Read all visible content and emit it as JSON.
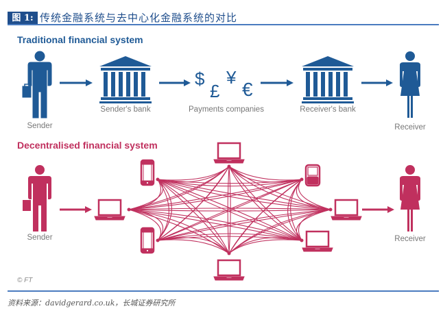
{
  "header": {
    "figure_label": "图 1:",
    "title": "传统金融系统与去中心化金融系统的对比"
  },
  "traditional": {
    "title": "Traditional financial system",
    "color": "#1f5a96",
    "nodes": [
      {
        "id": "sender",
        "icon": "businessman-icon",
        "label": "Sender"
      },
      {
        "id": "senders-bank",
        "icon": "bank-icon",
        "label": "Sender's bank"
      },
      {
        "id": "payments",
        "icon": "currency-symbols-icon",
        "label": "Payments companies",
        "symbols": [
          "$",
          "£",
          "¥",
          "€"
        ]
      },
      {
        "id": "receivers-bank",
        "icon": "bank-icon",
        "label": "Receiver's bank"
      },
      {
        "id": "receiver",
        "icon": "businesswoman-icon",
        "label": "Receiver"
      }
    ]
  },
  "decentralised": {
    "title": "Decentralised financial system",
    "color": "#c0305e",
    "sender_label": "Sender",
    "receiver_label": "Receiver",
    "network_nodes": [
      {
        "id": "left",
        "device": "laptop"
      },
      {
        "id": "top-left",
        "device": "smartphone"
      },
      {
        "id": "top",
        "device": "laptop"
      },
      {
        "id": "top-right",
        "device": "blackberry-phone"
      },
      {
        "id": "right",
        "device": "laptop"
      },
      {
        "id": "bottom-right",
        "device": "laptop"
      },
      {
        "id": "bottom",
        "device": "laptop"
      },
      {
        "id": "bottom-left",
        "device": "smartphone"
      }
    ]
  },
  "copyright": "© FT",
  "source": "资料来源：davidgerard.co.uk，长城证券研究所"
}
